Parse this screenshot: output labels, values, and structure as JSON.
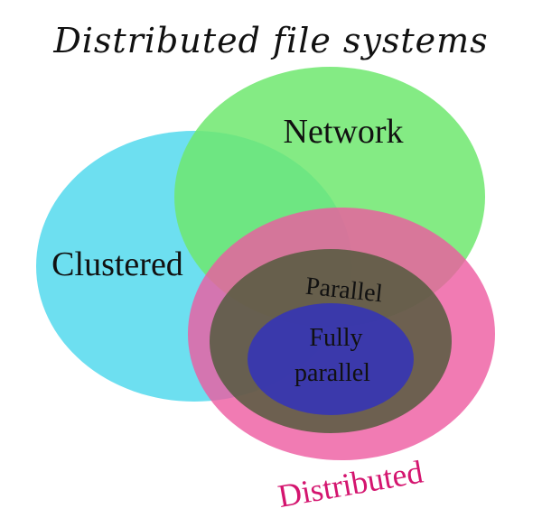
{
  "title": "Distributed file systems",
  "sets": [
    {
      "id": "clustered",
      "label": "Clustered",
      "color": "#6ddff0"
    },
    {
      "id": "network",
      "label": "Network",
      "color": "#6ee86e"
    },
    {
      "id": "distributed",
      "label": "Distributed",
      "color": "#ee5aa0",
      "label_color": "#d4156f"
    },
    {
      "id": "parallel",
      "label": "Parallel",
      "color": "#4f5a3a"
    },
    {
      "id": "fully-parallel",
      "label_line1": "Fully",
      "label_line2": "parallel",
      "color": "#3535b5"
    }
  ],
  "relationships": [
    "Parallel is a subset of Distributed",
    "Fully parallel is a subset of Parallel",
    "Clustered, Network and Distributed overlap"
  ]
}
